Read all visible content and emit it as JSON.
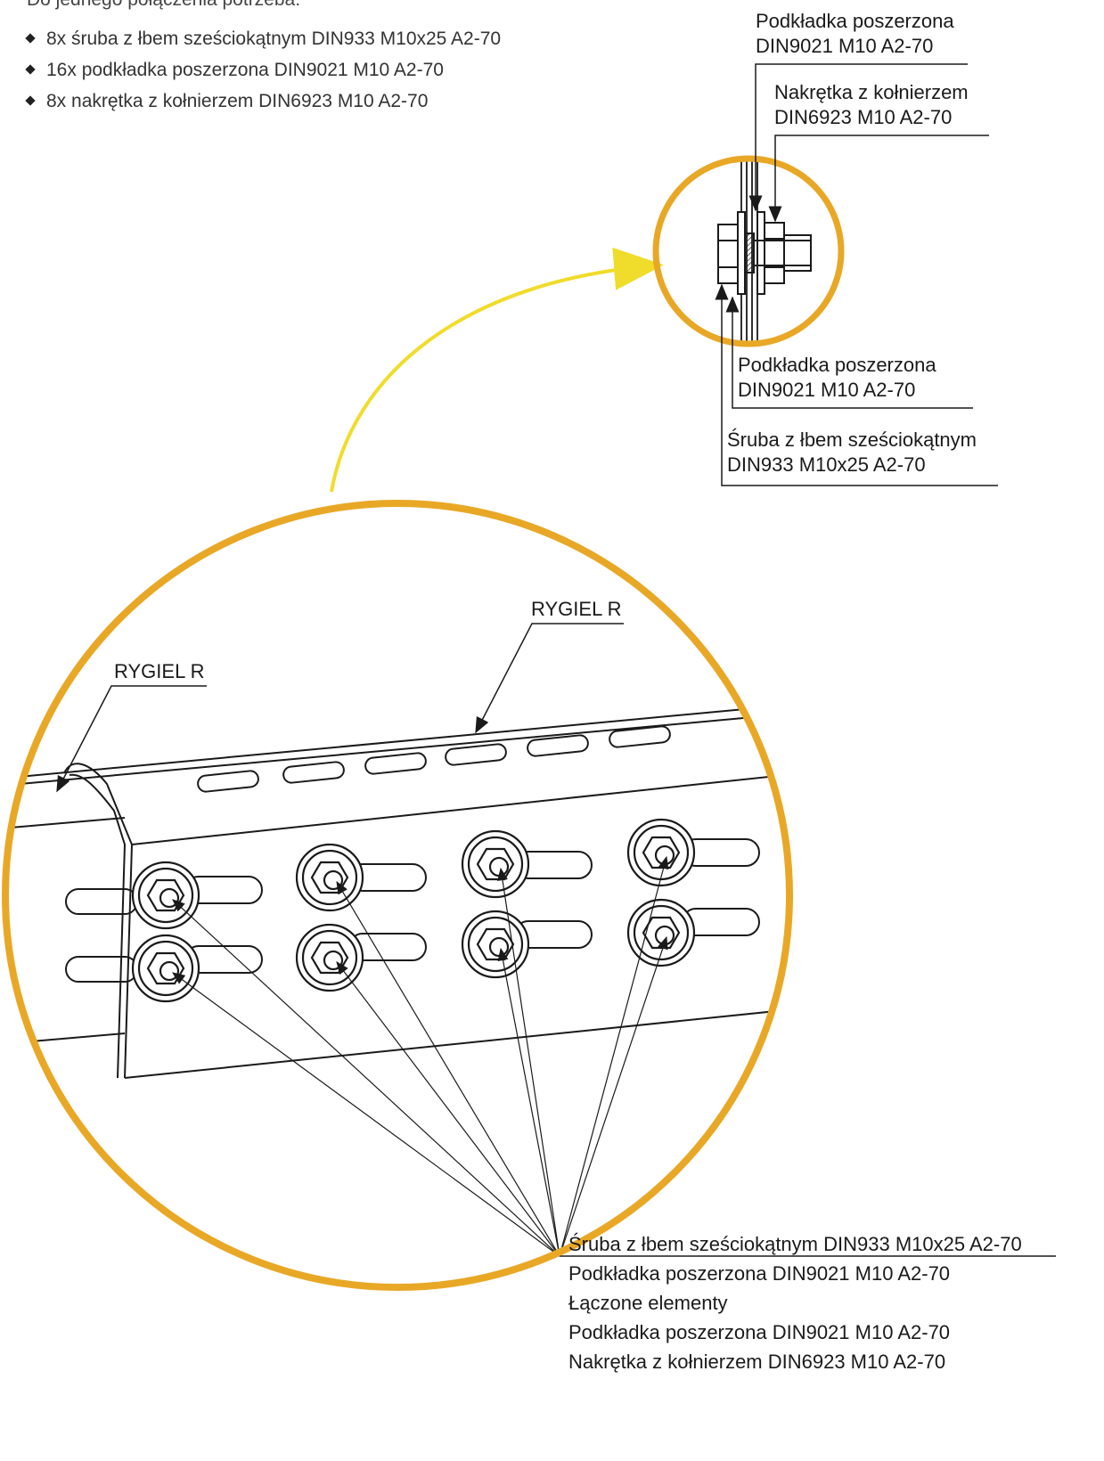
{
  "intro": "Do jednego połączenia potrzeba:",
  "parts_list": [
    "8x śruba z łbem sześciokątnym DIN933 M10x25 A2-70",
    "16x podkładka poszerzona DIN9021 M10 A2-70",
    "8x nakrętka z kołnierzem DIN6923 M10 A2-70"
  ],
  "section_callouts": {
    "washer_top": [
      "Podkładka poszerzona",
      "DIN9021 M10 A2-70"
    ],
    "nut": [
      "Nakrętka z kołnierzem",
      "DIN6923 M10 A2-70"
    ],
    "washer_bottom": [
      "Podkładka poszerzona",
      "DIN9021 M10 A2-70"
    ],
    "bolt": [
      "Śruba z łbem sześciokątnym",
      "DIN933 M10x25 A2-70"
    ]
  },
  "beam_labels": {
    "left": "RYGIEL R",
    "right": "RYGIEL R"
  },
  "stack_legend": [
    "Śruba z łbem sześciokątnym DIN933 M10x25 A2-70",
    "Podkładka poszerzona DIN9021 M10 A2-70",
    "Łączone elementy",
    "Podkładka poszerzona DIN9021 M10 A2-70",
    "Nakrętka z kołnierzem DIN6923 M10 A2-70"
  ],
  "colors": {
    "detail_circle": "#e8a826",
    "arrow": "#f0dc2a",
    "line": "#1a1a1a"
  }
}
